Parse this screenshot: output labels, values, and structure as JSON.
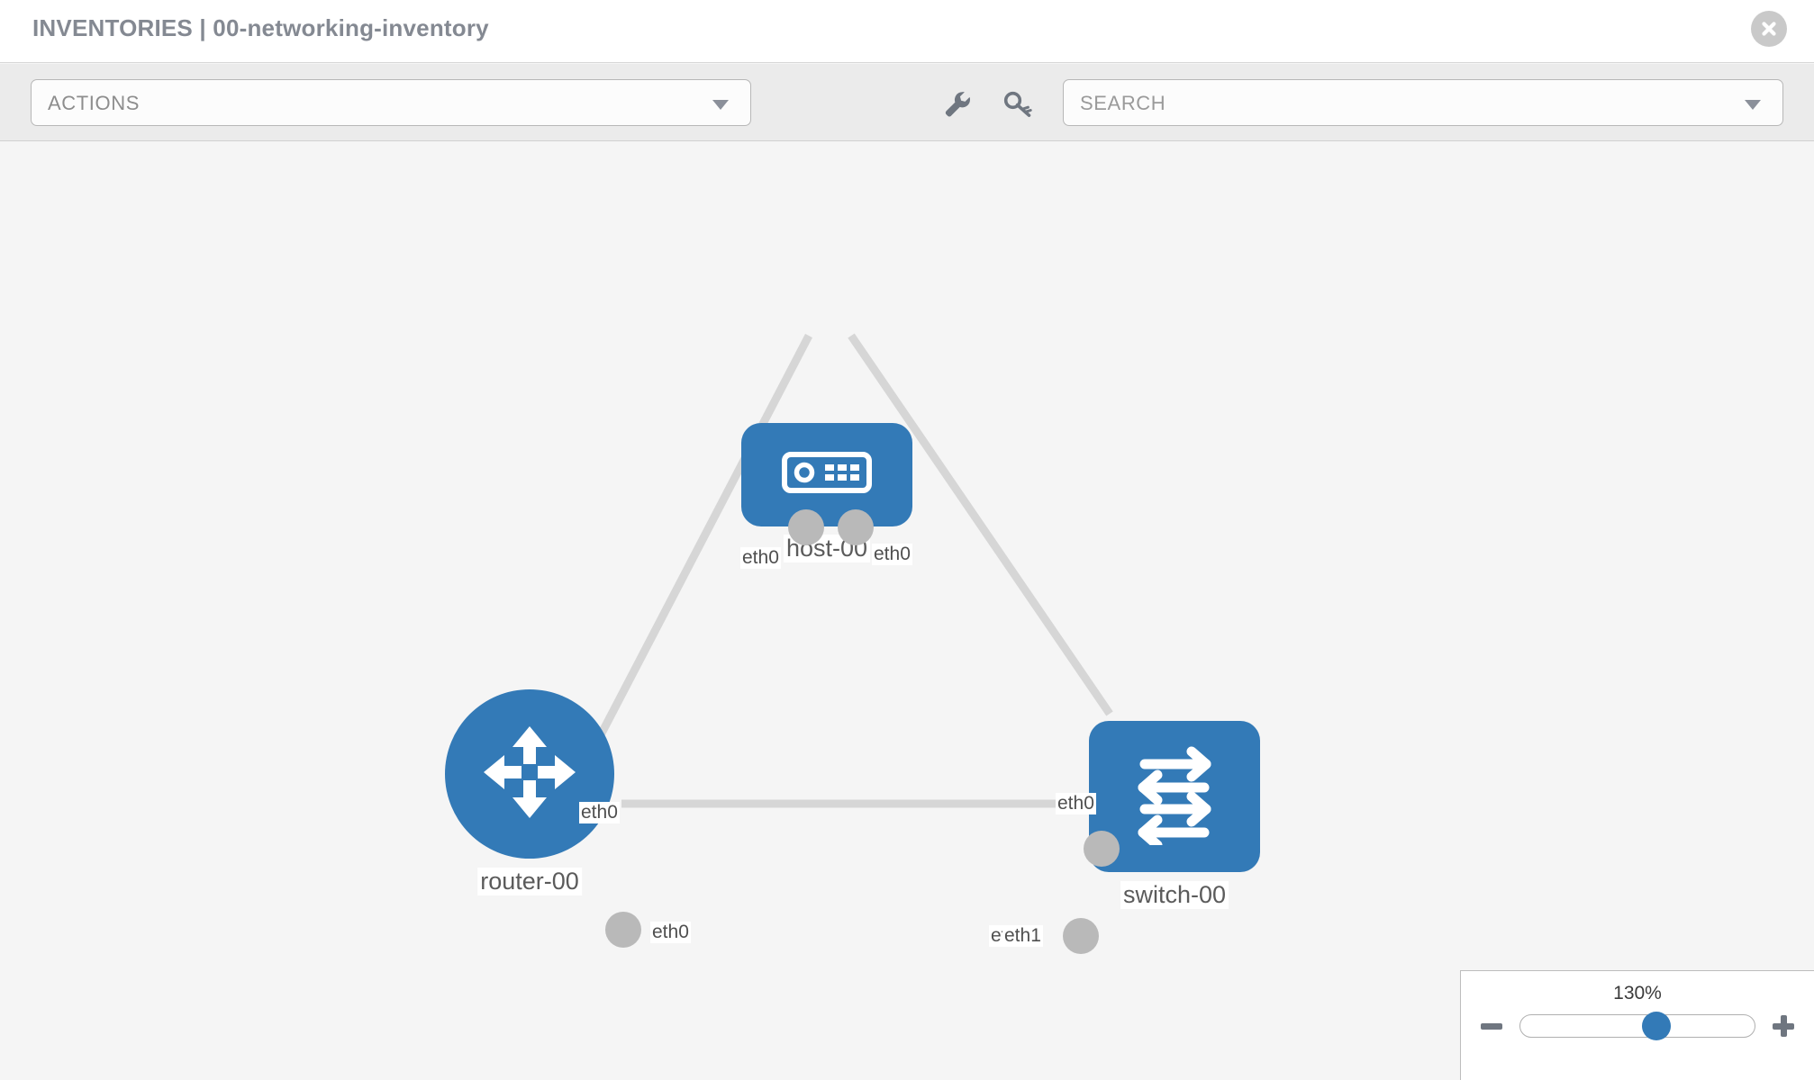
{
  "header": {
    "title": "INVENTORIES | 00-networking-inventory",
    "close_icon": "close-circle-icon"
  },
  "toolbar": {
    "actions_label": "ACTIONS",
    "actions_caret": "chevron-down-icon",
    "wrench_icon": "wrench-icon",
    "key_icon": "key-icon",
    "search_placeholder": "SEARCH",
    "search_caret": "chevron-down-icon"
  },
  "topology": {
    "nodes": [
      {
        "id": "host-00",
        "label": "host-00",
        "type": "host",
        "icon": "server-icon"
      },
      {
        "id": "router-00",
        "label": "router-00",
        "type": "router",
        "icon": "router-arrows-icon"
      },
      {
        "id": "switch-00",
        "label": "switch-00",
        "type": "switch",
        "icon": "switch-arrows-icon"
      }
    ],
    "interfaces": [
      {
        "id": "host-left",
        "label": "eth0"
      },
      {
        "id": "host-right",
        "label": "eth0"
      },
      {
        "id": "router-up",
        "label": "eth0"
      },
      {
        "id": "switch-up",
        "label": "eth0"
      },
      {
        "id": "router-right",
        "label": "eth0"
      },
      {
        "id": "switch-left-a",
        "label": "eth"
      },
      {
        "id": "switch-left-b",
        "label": "eth1"
      }
    ],
    "links": [
      {
        "from": "host-00",
        "to": "router-00"
      },
      {
        "from": "host-00",
        "to": "switch-00"
      },
      {
        "from": "router-00",
        "to": "switch-00"
      }
    ],
    "colors": {
      "node_blue": "#337ab7",
      "socket_gray": "#b9b9b9",
      "link_gray": "#d6d6d6",
      "canvas_bg": "#f5f5f5"
    }
  },
  "zoom_control": {
    "value_label": "130%",
    "minus_icon": "minus-icon",
    "plus_icon": "plus-icon",
    "thumb_position_percent": 58
  }
}
